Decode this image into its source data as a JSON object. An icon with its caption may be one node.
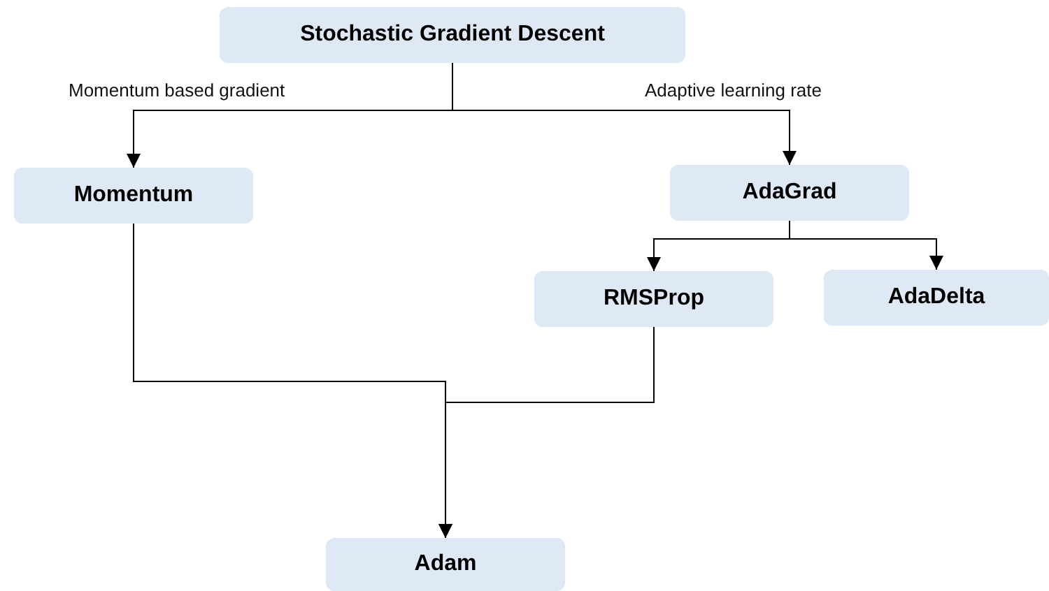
{
  "diagram": {
    "nodes": [
      {
        "text": [
          "Stochastic Gradient Descent"
        ]
      },
      {
        "text": [
          "Momentum"
        ]
      },
      {
        "text": [
          "AdaGrad"
        ]
      },
      {
        "text": [
          "RMSProp"
        ]
      },
      {
        "text": [
          "AdaDelta"
        ]
      },
      {
        "text": [
          "Adam"
        ]
      }
    ],
    "edges": [
      {
        "from": 0,
        "to": 1,
        "arrow": "to",
        "label": "Momentum based gradient"
      },
      {
        "from": 0,
        "to": 2,
        "arrow": "to",
        "label": "Adaptive learning rate"
      },
      {
        "from": 2,
        "to": 3,
        "arrow": "to"
      },
      {
        "from": 2,
        "to": 4,
        "arrow": "to"
      },
      {
        "from": 1,
        "to": 5,
        "arrow": "to"
      },
      {
        "from": 3,
        "to": 5,
        "arrow": "to"
      }
    ]
  }
}
